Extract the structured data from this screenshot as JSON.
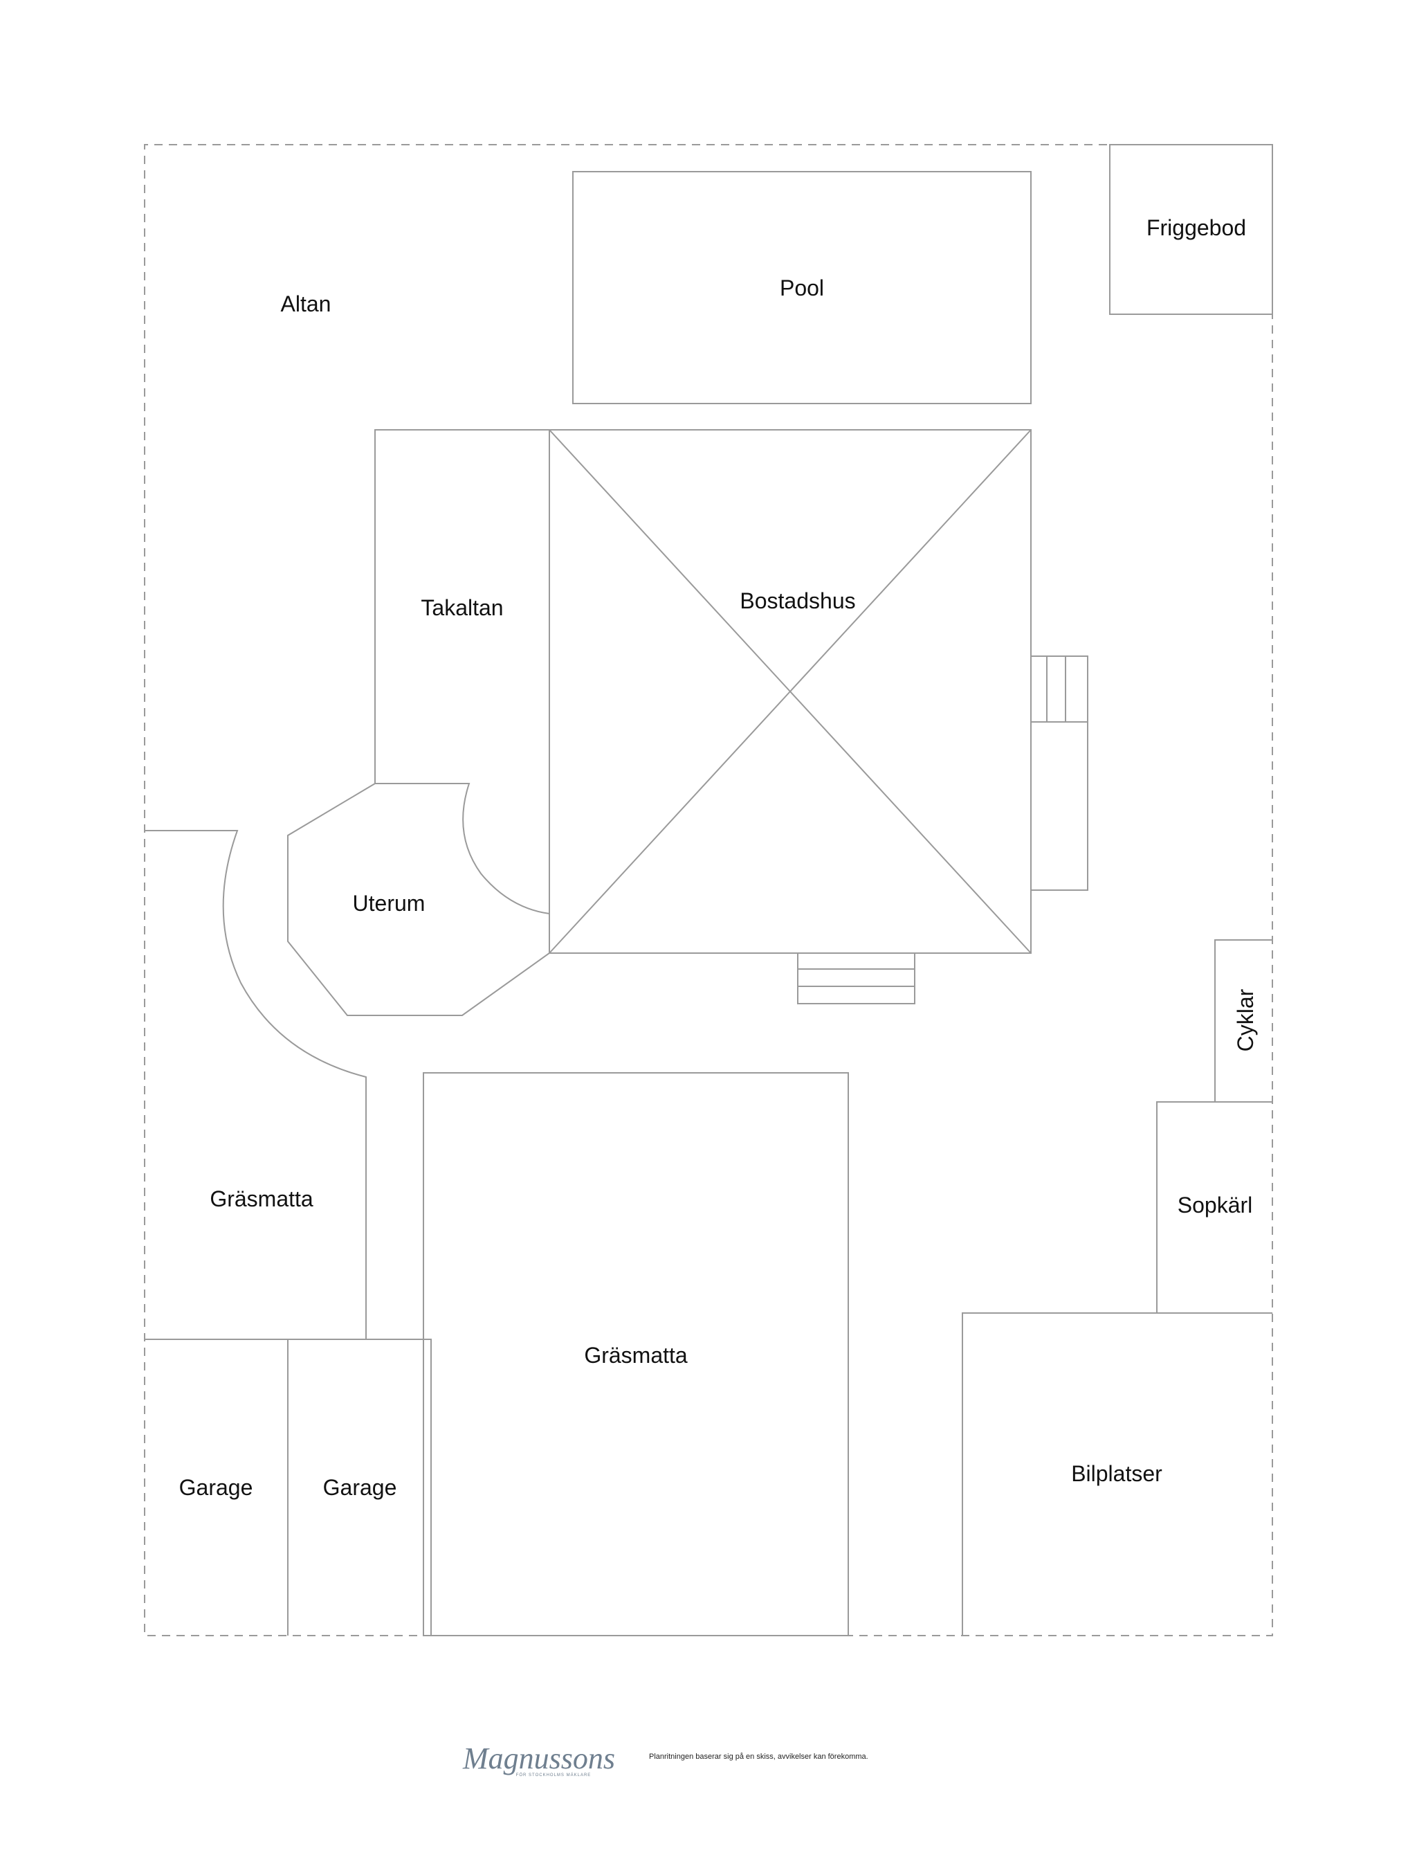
{
  "labels": {
    "altan": "Altan",
    "pool": "Pool",
    "friggebod": "Friggebod",
    "takaltan": "Takaltan",
    "bostadshus": "Bostadshus",
    "uterum": "Uterum",
    "cyklar": "Cyklar",
    "grasmatta_left": "Gräsmatta",
    "grasmatta_center": "Gräsmatta",
    "sopkarl": "Sopkärl",
    "garage_1": "Garage",
    "garage_2": "Garage",
    "bilplatser": "Bilplatser"
  },
  "footer": {
    "logo": "Magnussons",
    "logo_tagline": "FÖR STOCKHOLMS MÄKLARE",
    "disclaimer": "Planritningen baserar sig på en skiss,  avvikelser kan förekomma."
  },
  "colors": {
    "line": "#9a9a9a",
    "text": "#111111",
    "logo": "#6f7f8f"
  }
}
